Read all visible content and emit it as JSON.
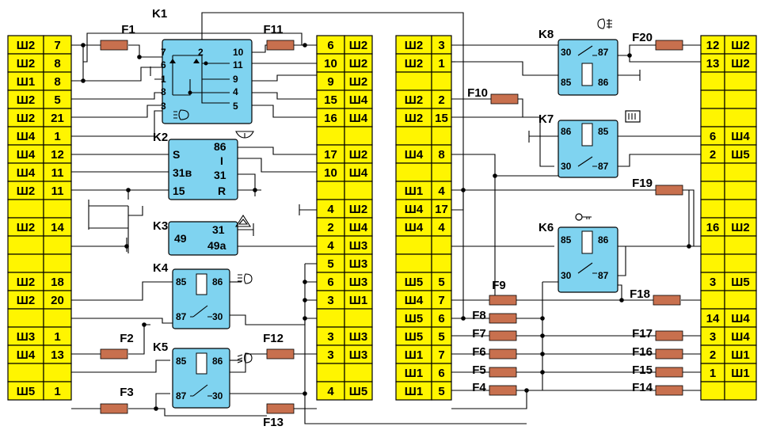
{
  "left_connector": [
    {
      "row": 0,
      "sh": "Ш2",
      "pin": "7"
    },
    {
      "row": 1,
      "sh": "Ш2",
      "pin": "8"
    },
    {
      "row": 2,
      "sh": "Ш1",
      "pin": "8"
    },
    {
      "row": 3,
      "sh": "Ш2",
      "pin": "5"
    },
    {
      "row": 4,
      "sh": "Ш2",
      "pin": "21"
    },
    {
      "row": 5,
      "sh": "Ш4",
      "pin": "1"
    },
    {
      "row": 6,
      "sh": "Ш4",
      "pin": "12"
    },
    {
      "row": 7,
      "sh": "Ш4",
      "pin": "11"
    },
    {
      "row": 8,
      "sh": "Ш2",
      "pin": "11"
    },
    {
      "row": 9,
      "sh": "",
      "pin": ""
    },
    {
      "row": 10,
      "sh": "Ш2",
      "pin": "14"
    },
    {
      "row": 11,
      "sh": "",
      "pin": ""
    },
    {
      "row": 12,
      "sh": "",
      "pin": ""
    },
    {
      "row": 13,
      "sh": "Ш2",
      "pin": "18"
    },
    {
      "row": 14,
      "sh": "Ш2",
      "pin": "20"
    },
    {
      "row": 15,
      "sh": "",
      "pin": ""
    },
    {
      "row": 16,
      "sh": "Ш3",
      "pin": "1"
    },
    {
      "row": 17,
      "sh": "Ш4",
      "pin": "13"
    },
    {
      "row": 18,
      "sh": "",
      "pin": ""
    },
    {
      "row": 19,
      "sh": "Ш5",
      "pin": "1"
    }
  ],
  "center_connector": [
    {
      "row": 0,
      "pin": "6",
      "sh": "Ш2"
    },
    {
      "row": 1,
      "pin": "10",
      "sh": "Ш2"
    },
    {
      "row": 2,
      "pin": "9",
      "sh": "Ш2"
    },
    {
      "row": 3,
      "pin": "15",
      "sh": "Ш4"
    },
    {
      "row": 4,
      "pin": "16",
      "sh": "Ш4"
    },
    {
      "row": 5,
      "pin": "",
      "sh": ""
    },
    {
      "row": 6,
      "pin": "17",
      "sh": "Ш2"
    },
    {
      "row": 7,
      "pin": "10",
      "sh": "Ш4"
    },
    {
      "row": 8,
      "pin": "",
      "sh": ""
    },
    {
      "row": 9,
      "pin": "4",
      "sh": "Ш2"
    },
    {
      "row": 10,
      "pin": "2",
      "sh": "Ш4"
    },
    {
      "row": 11,
      "pin": "4",
      "sh": "Ш3"
    },
    {
      "row": 12,
      "pin": "5",
      "sh": "Ш3"
    },
    {
      "row": 13,
      "pin": "6",
      "sh": "Ш3"
    },
    {
      "row": 14,
      "pin": "3",
      "sh": "Ш1"
    },
    {
      "row": 15,
      "pin": "",
      "sh": ""
    },
    {
      "row": 16,
      "pin": "3",
      "sh": "Ш3"
    },
    {
      "row": 17,
      "pin": "3",
      "sh": "Ш3"
    },
    {
      "row": 18,
      "pin": "",
      "sh": ""
    },
    {
      "row": 19,
      "pin": "4",
      "sh": "Ш5"
    }
  ],
  "mid_connector": [
    {
      "row": 0,
      "sh": "Ш2",
      "pin": "3"
    },
    {
      "row": 1,
      "sh": "Ш2",
      "pin": "1"
    },
    {
      "row": 2,
      "sh": "",
      "pin": ""
    },
    {
      "row": 3,
      "sh": "Ш2",
      "pin": "2"
    },
    {
      "row": 4,
      "sh": "Ш2",
      "pin": "15"
    },
    {
      "row": 5,
      "sh": "",
      "pin": ""
    },
    {
      "row": 6,
      "sh": "Ш4",
      "pin": "8"
    },
    {
      "row": 7,
      "sh": "",
      "pin": ""
    },
    {
      "row": 8,
      "sh": "Ш1",
      "pin": "4"
    },
    {
      "row": 9,
      "sh": "Ш4",
      "pin": "17"
    },
    {
      "row": 10,
      "sh": "Ш4",
      "pin": "4"
    },
    {
      "row": 11,
      "sh": "",
      "pin": ""
    },
    {
      "row": 12,
      "sh": "",
      "pin": ""
    },
    {
      "row": 13,
      "sh": "Ш5",
      "pin": "5"
    },
    {
      "row": 14,
      "sh": "Ш4",
      "pin": "7"
    },
    {
      "row": 15,
      "sh": "Ш5",
      "pin": "6"
    },
    {
      "row": 16,
      "sh": "Ш5",
      "pin": "5"
    },
    {
      "row": 17,
      "sh": "Ш1",
      "pin": "7"
    },
    {
      "row": 18,
      "sh": "Ш1",
      "pin": "6"
    },
    {
      "row": 19,
      "sh": "Ш1",
      "pin": "5"
    }
  ],
  "right_connector": [
    {
      "row": 0,
      "pin": "12",
      "sh": "Ш2"
    },
    {
      "row": 1,
      "pin": "13",
      "sh": "Ш2"
    },
    {
      "row": 2,
      "pin": "",
      "sh": ""
    },
    {
      "row": 3,
      "pin": "",
      "sh": ""
    },
    {
      "row": 4,
      "pin": "",
      "sh": ""
    },
    {
      "row": 5,
      "pin": "6",
      "sh": "Ш4"
    },
    {
      "row": 6,
      "pin": "2",
      "sh": "Ш5"
    },
    {
      "row": 7,
      "pin": "",
      "sh": ""
    },
    {
      "row": 8,
      "pin": "",
      "sh": ""
    },
    {
      "row": 9,
      "pin": "",
      "sh": ""
    },
    {
      "row": 10,
      "pin": "16",
      "sh": "Ш2"
    },
    {
      "row": 11,
      "pin": "",
      "sh": ""
    },
    {
      "row": 12,
      "pin": "",
      "sh": ""
    },
    {
      "row": 13,
      "pin": "3",
      "sh": "Ш5"
    },
    {
      "row": 14,
      "pin": "",
      "sh": ""
    },
    {
      "row": 15,
      "pin": "14",
      "sh": "Ш4"
    },
    {
      "row": 16,
      "pin": "3",
      "sh": "Ш4"
    },
    {
      "row": 17,
      "pin": "2",
      "sh": "Ш1"
    },
    {
      "row": 18,
      "pin": "1",
      "sh": "Ш1"
    },
    {
      "row": 19,
      "pin": "",
      "sh": ""
    }
  ],
  "relays": {
    "k1": {
      "label": "K1",
      "pins": [
        "7",
        "6",
        "1",
        "8",
        "3",
        "2",
        "10",
        "11",
        "9",
        "4",
        "5"
      ]
    },
    "k2": {
      "label": "K2",
      "pins": [
        "S",
        "31в",
        "15",
        "86",
        "I",
        "31",
        "R"
      ]
    },
    "k3": {
      "label": "K3",
      "pins": [
        "49",
        "31",
        "49a"
      ]
    },
    "k4": {
      "label": "K4",
      "pins": [
        "85",
        "86",
        "87",
        "30"
      ]
    },
    "k5": {
      "label": "K5",
      "pins": [
        "85",
        "86",
        "87",
        "30"
      ]
    },
    "k6": {
      "label": "K6",
      "pins": [
        "85",
        "86",
        "30",
        "87"
      ]
    },
    "k7": {
      "label": "K7",
      "pins": [
        "86",
        "85",
        "30",
        "87"
      ]
    },
    "k8": {
      "label": "K8",
      "pins": [
        "30",
        "87",
        "85",
        "86"
      ]
    }
  },
  "fuses": [
    "F1",
    "F2",
    "F3",
    "F4",
    "F5",
    "F6",
    "F7",
    "F8",
    "F9",
    "F10",
    "F11",
    "F12",
    "F13",
    "F14",
    "F15",
    "F16",
    "F17",
    "F18",
    "F19",
    "F20"
  ],
  "colors": {
    "connector": "#fff500",
    "relay": "#7fd3f0",
    "fuse": "#c8704e",
    "wire": "#000000"
  },
  "icons": {
    "k1": "headlamp-icon",
    "k2": "wiper-icon",
    "k3": "hazard-triangle-icon",
    "k4": "high-beam-icon",
    "k5": "low-beam-icon",
    "k6": "ignition-key-icon",
    "k7": "rear-defrost-icon",
    "k8": "rear-fog-lamp-icon"
  }
}
